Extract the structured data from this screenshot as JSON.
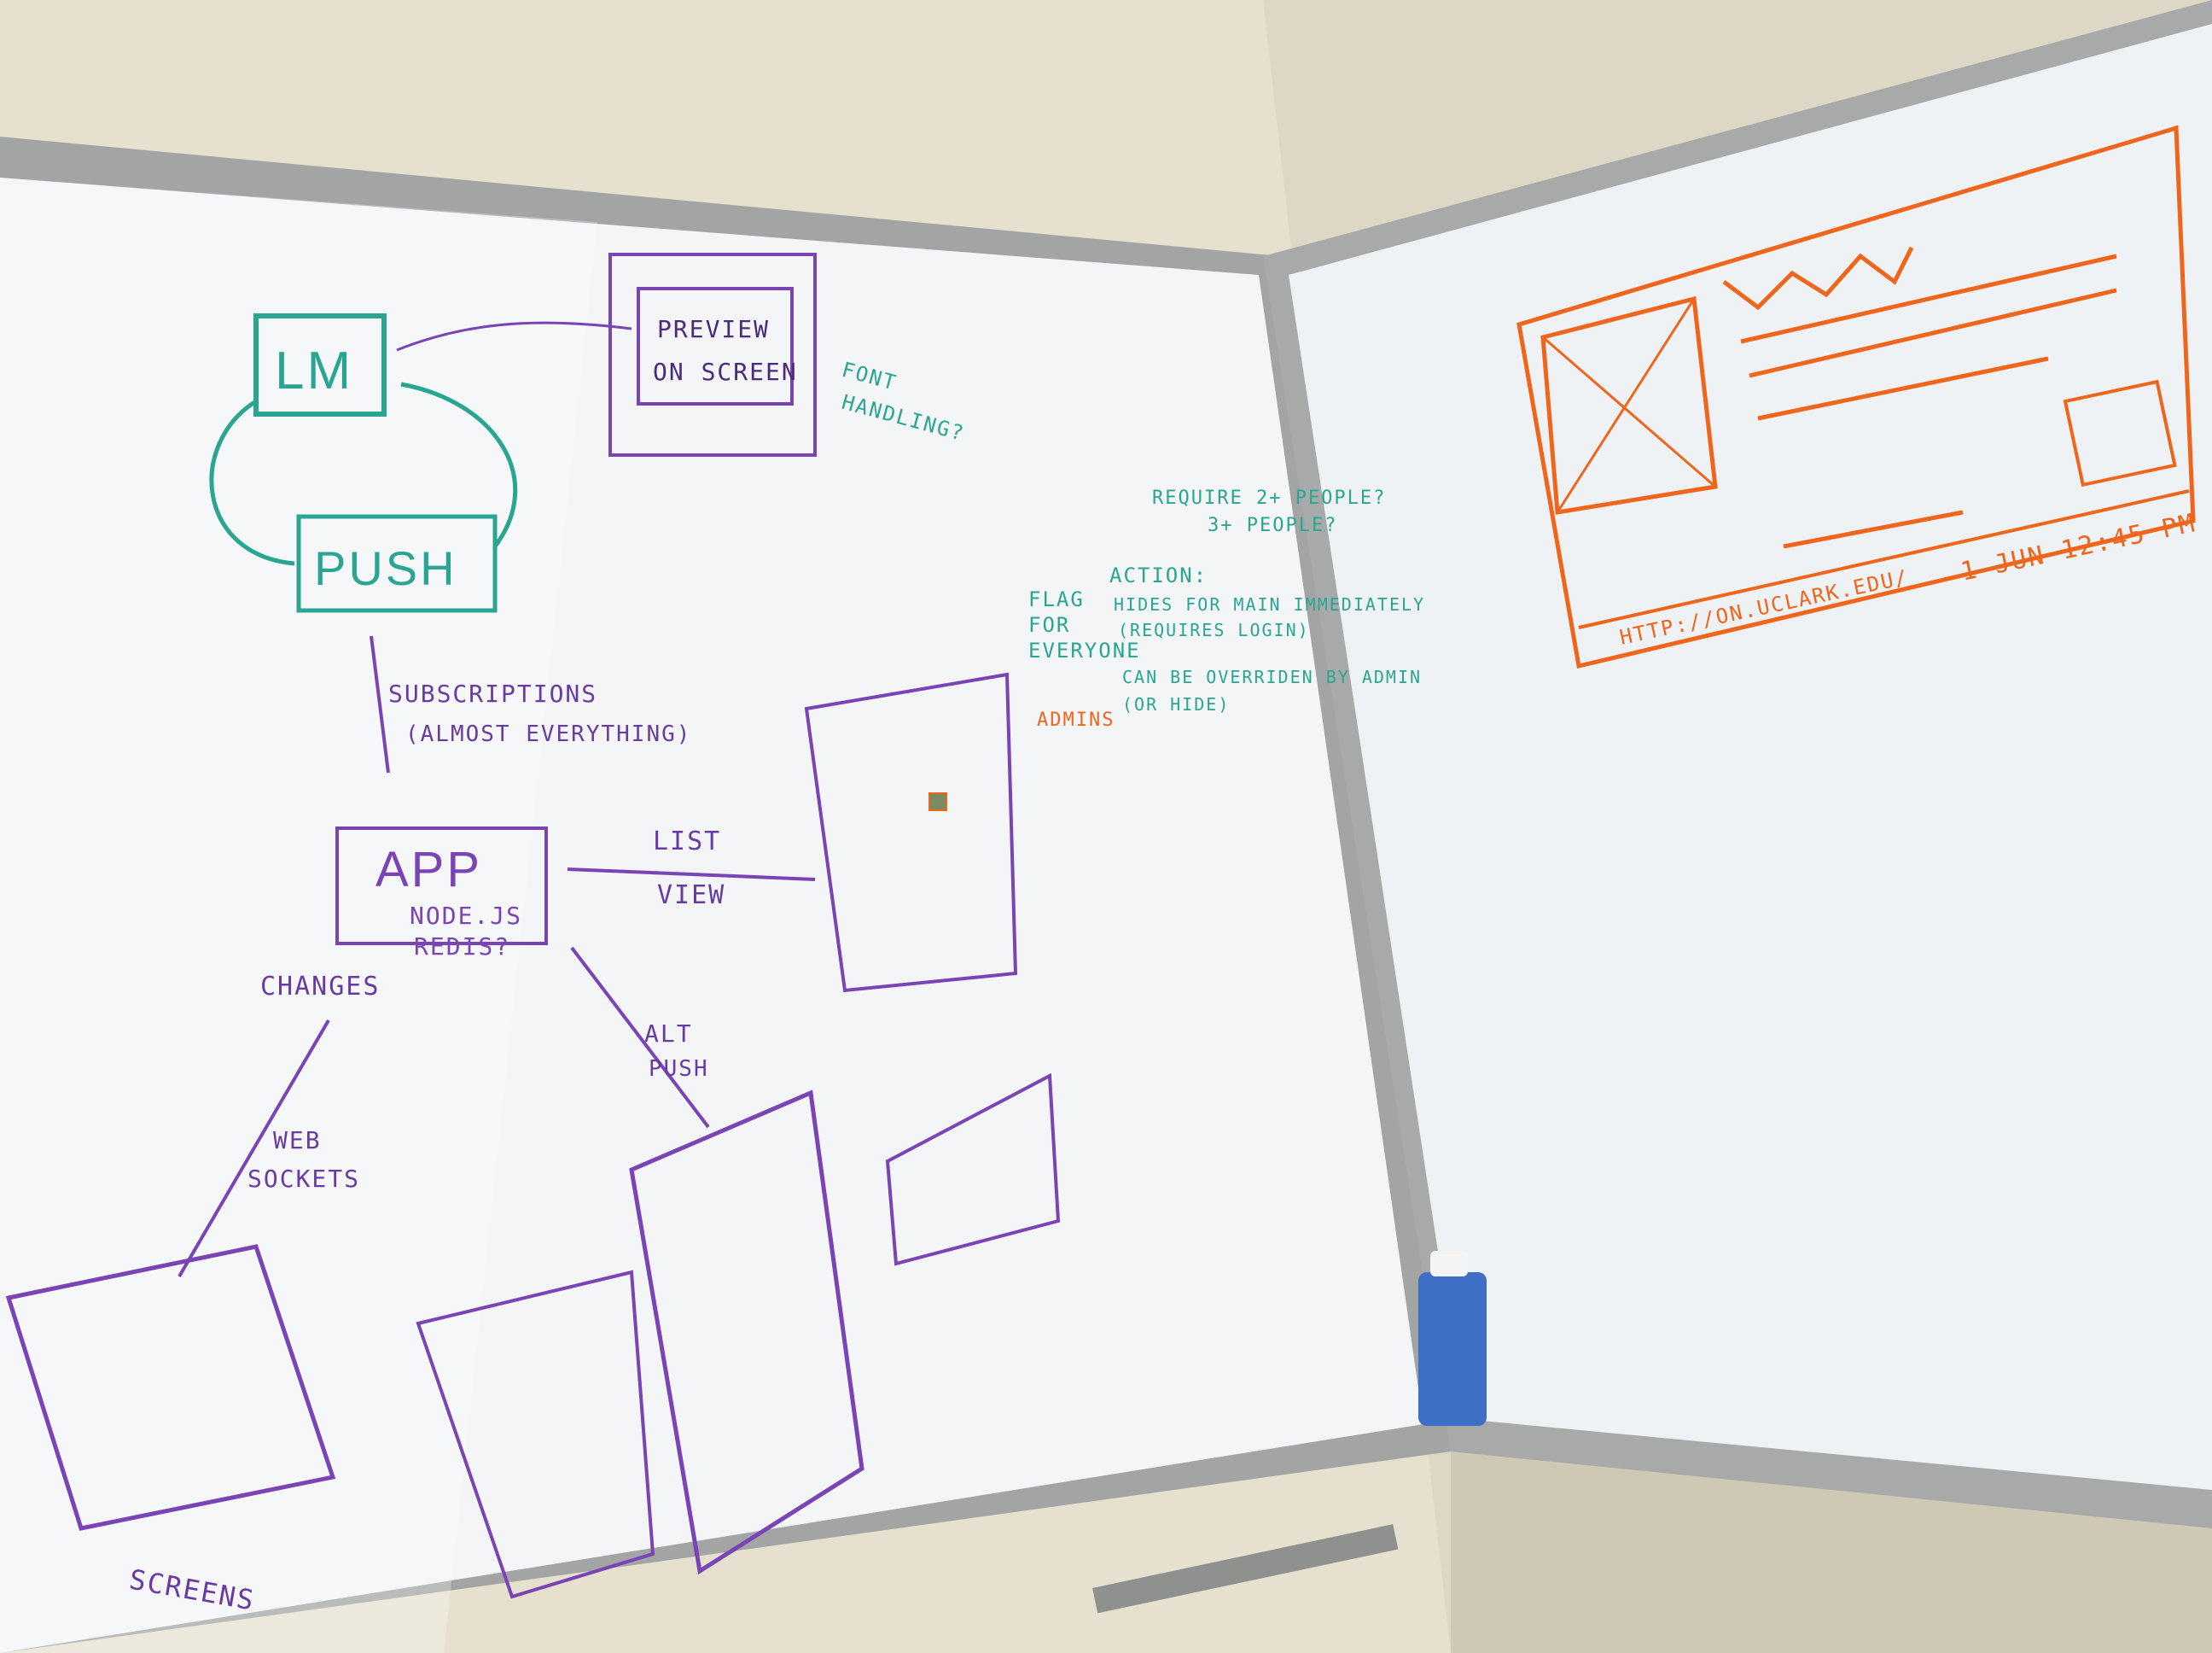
{
  "colors": {
    "wall": "#e9e4d3",
    "board": "#f4f6f8",
    "frame": "#a8aaa9",
    "teal": "#2aa592",
    "purple": "#7a44b5",
    "orange": "#f0651c"
  },
  "left_board": {
    "lm_box": "LM",
    "push_box": "PUSH",
    "preview": [
      "PREVIEW",
      "ON SCREEN"
    ],
    "font_note": [
      "FONT",
      "HANDLING?"
    ],
    "subscriptions": [
      "SUBSCRIPTIONS",
      "(ALMOST EVERYTHING)"
    ],
    "app_box": [
      "APP",
      "NODE.JS",
      "REDIS?"
    ],
    "list_view": [
      "LIST",
      "VIEW"
    ],
    "changes": "CHANGES",
    "alt_push": [
      "ALT",
      "PUSH"
    ],
    "web_sockets": [
      "WEB",
      "SOCKETS"
    ],
    "screens": "SCREENS",
    "flag_note": [
      "FLAG",
      "FOR",
      "EVERYONE"
    ],
    "action_note": [
      "ACTION:",
      "HIDES FOR MAIN IMMEDIATELY",
      "(REQUIRES LOGIN)"
    ],
    "require_note": [
      "REQUIRE 2+ PEOPLE?",
      "3+ PEOPLE?"
    ],
    "override_note": [
      "CAN BE OVERRIDEN BY ADMIN",
      "(OR HIDE)"
    ],
    "admins": "ADMINS"
  },
  "right_board": {
    "url": "HTTP://ON.UCLARK.EDU/",
    "datetime": "1 JUN  12:45 PM"
  }
}
